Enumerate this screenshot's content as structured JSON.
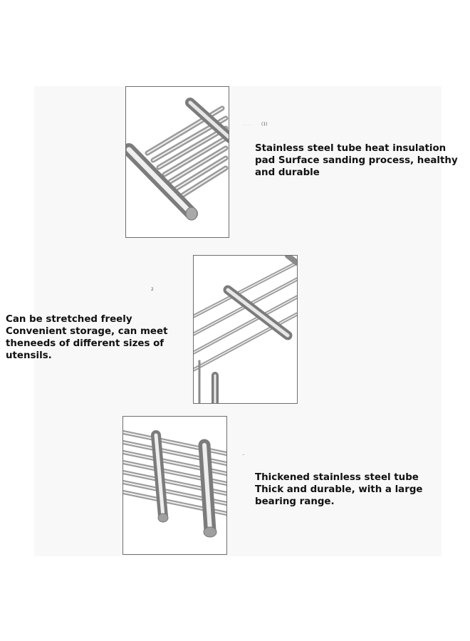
{
  "sections": [
    {
      "marker": "(1)",
      "caption_lines": [
        "Stainless steel tube heat insulation",
        "pad Surface sanding process, healthy",
        "and durable"
      ]
    },
    {
      "marker": "2",
      "caption_lines": [
        "Can be stretched freely",
        "Convenient storage, can meet",
        "theneeds of different sizes of",
        "utensils."
      ]
    },
    {
      "marker": "..",
      "caption_lines": [
        "Thickened stainless steel tube",
        "Thick and durable, with a large",
        "bearing range."
      ]
    }
  ]
}
